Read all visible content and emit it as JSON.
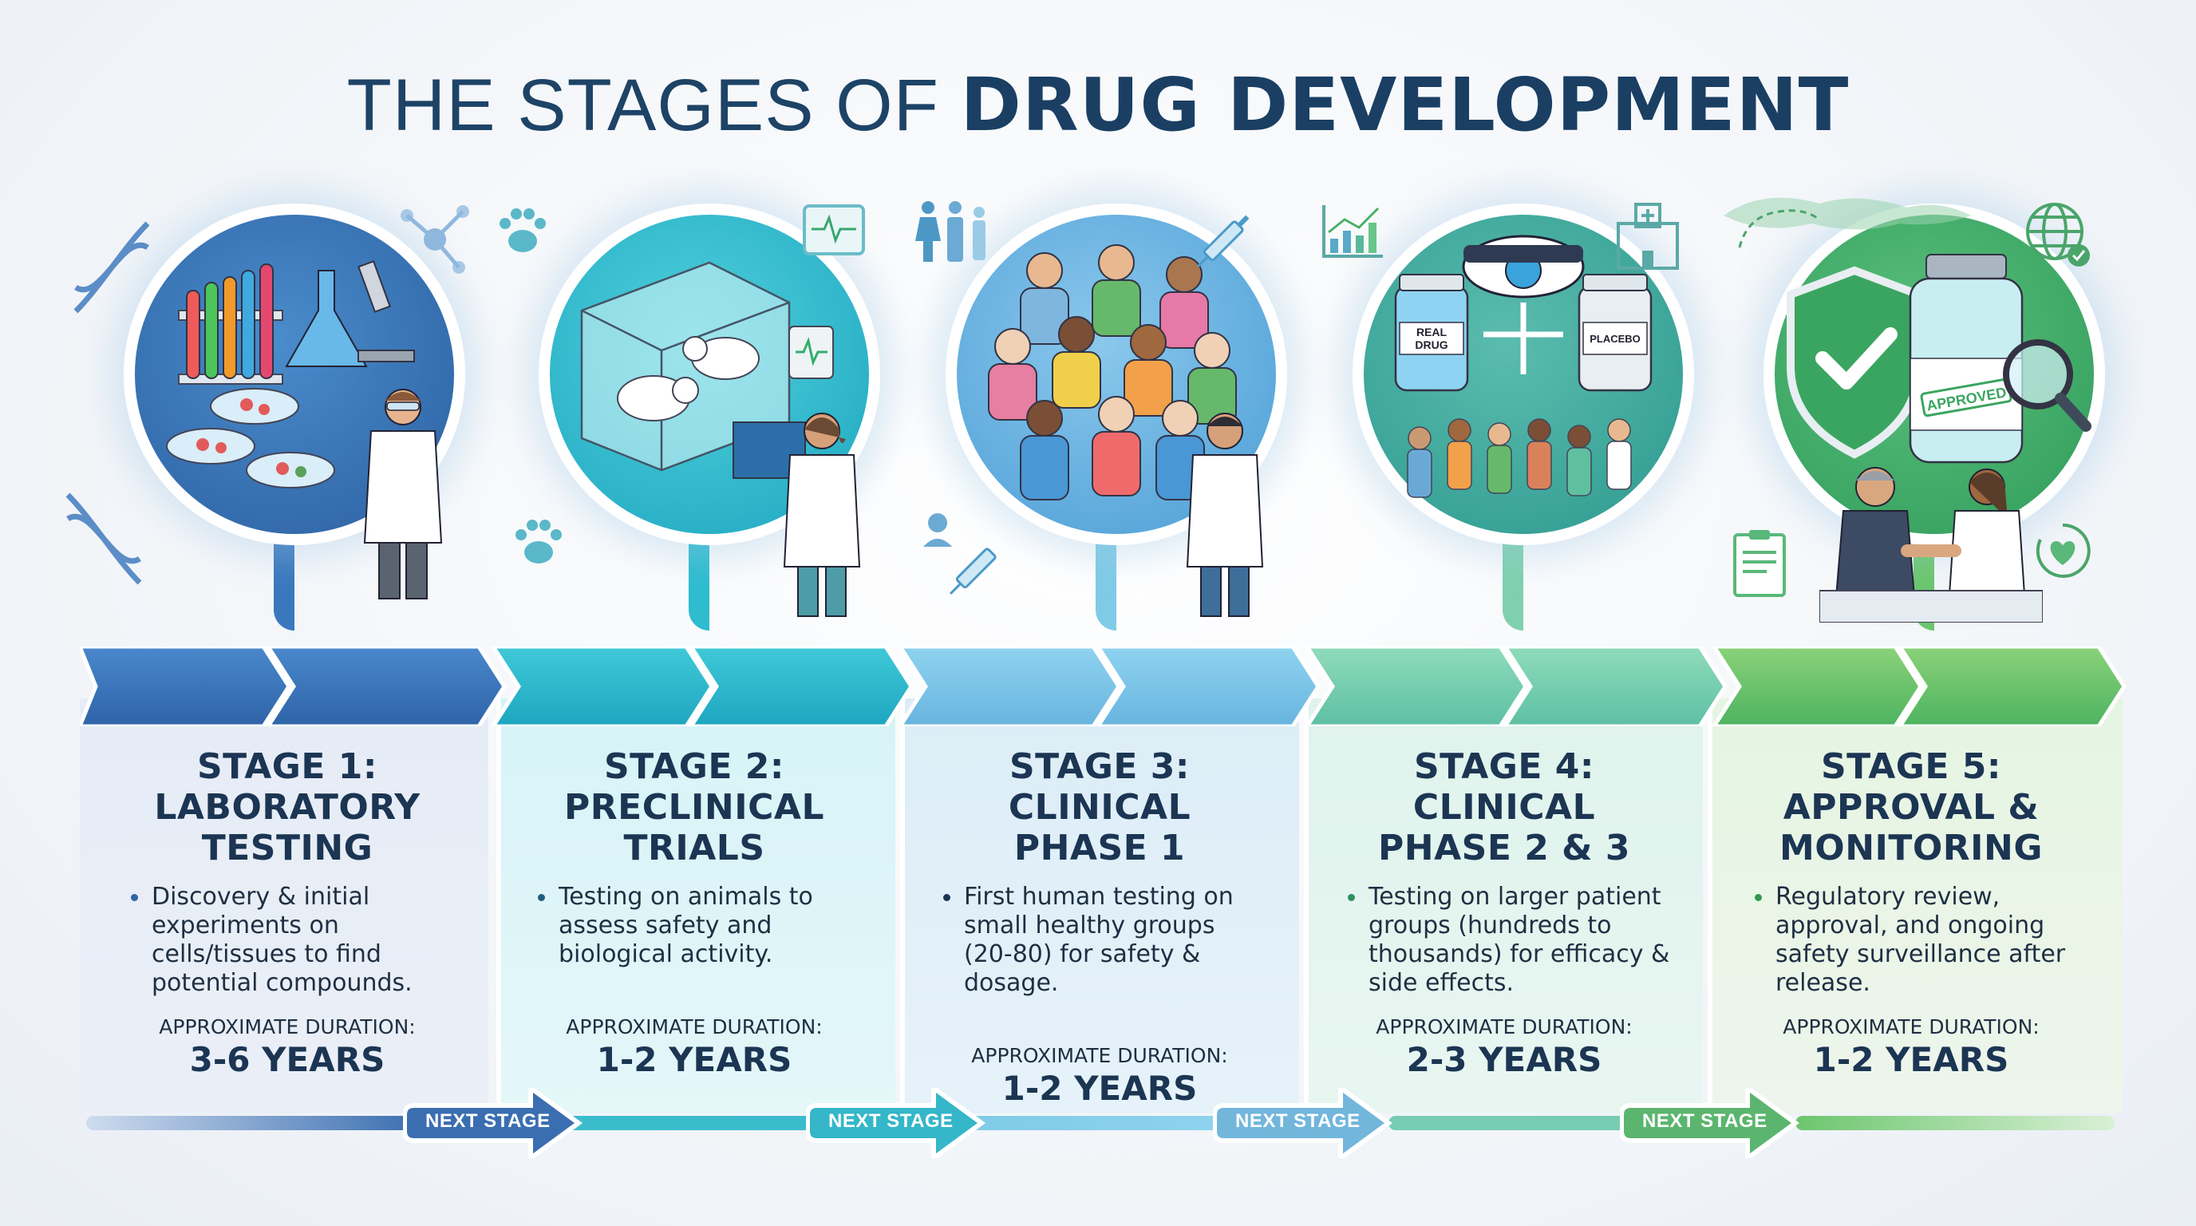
{
  "title": {
    "light": "THE STAGES OF ",
    "bold": "DRUG DEVELOPMENT"
  },
  "colors": {
    "title": "#1d4366",
    "text": "#1b3553",
    "stage1": "#3a78bd",
    "stage2": "#2fbccf",
    "stage3": "#7fcbe6",
    "stage4": "#7fd1ae",
    "stage5": "#6cc66e"
  },
  "stages": [
    {
      "title_line1": "STAGE 1:",
      "title_line2": "LABORATORY",
      "title_line3": "TESTING",
      "description": "Discovery & initial experiments on cells/tissues to find potential compounds.",
      "duration_label": "APPROXIMATE DURATION:",
      "duration_value": "3-6 YEARS",
      "illustration": "lab-bench-test-tubes-flask-microscope-petri-dishes-scientist",
      "icons": [
        "dna-icon",
        "molecule-icon"
      ]
    },
    {
      "title_line1": "STAGE 2:",
      "title_line2": "PRECLINICAL",
      "title_line3": "TRIALS",
      "description": "Testing on animals to assess safety and biological activity.",
      "duration_label": "APPROXIMATE DURATION:",
      "duration_value": "1-2 YEARS",
      "illustration": "mice-in-glass-enclosure-monitor-researcher",
      "icons": [
        "paw-print-icon",
        "heart-monitor-icon"
      ]
    },
    {
      "title_line1": "STAGE 3:",
      "title_line2": "CLINICAL",
      "title_line3": "PHASE 1",
      "description": "First human testing on small healthy groups (20-80) for safety & dosage.",
      "duration_label": "APPROXIMATE DURATION:",
      "duration_value": "1-2 YEARS",
      "illustration": "small-group-of-volunteers-with-doctor",
      "icons": [
        "people-icon",
        "syringe-icon",
        "person-icon"
      ]
    },
    {
      "title_line1": "STAGE 4:",
      "title_line2": "CLINICAL",
      "title_line3": "PHASE 2 & 3",
      "description": "Testing on larger patient groups (hundreds to thousands) for efficacy & side effects.",
      "duration_label": "APPROXIMATE DURATION:",
      "duration_value": "2-3 YEARS",
      "illustration": "blinded-eye-real-drug-vs-placebo-large-crowd",
      "bottle_labels": [
        "REAL DRUG",
        "PLACEBO"
      ],
      "icons": [
        "bar-chart-icon",
        "hospital-icon",
        "blindfold-eye-icon"
      ]
    },
    {
      "title_line1": "STAGE 5:",
      "title_line2": "APPROVAL &",
      "title_line3": "MONITORING",
      "description": "Regulatory review, approval, and ongoing safety surveillance after release.",
      "duration_label": "APPROXIMATE DURATION:",
      "duration_value": "1-2 YEARS",
      "illustration": "shield-checkmark-approved-vial-handshake",
      "stamp_label": "APPROVED",
      "icons": [
        "world-map-icon",
        "globe-check-icon",
        "clipboard-icon",
        "heart-cycle-icon",
        "magnifier-icon"
      ]
    }
  ],
  "next_stage_buttons": [
    {
      "label": "NEXT STAGE"
    },
    {
      "label": "NEXT STAGE"
    },
    {
      "label": "NEXT STAGE"
    },
    {
      "label": "NEXT STAGE"
    }
  ]
}
